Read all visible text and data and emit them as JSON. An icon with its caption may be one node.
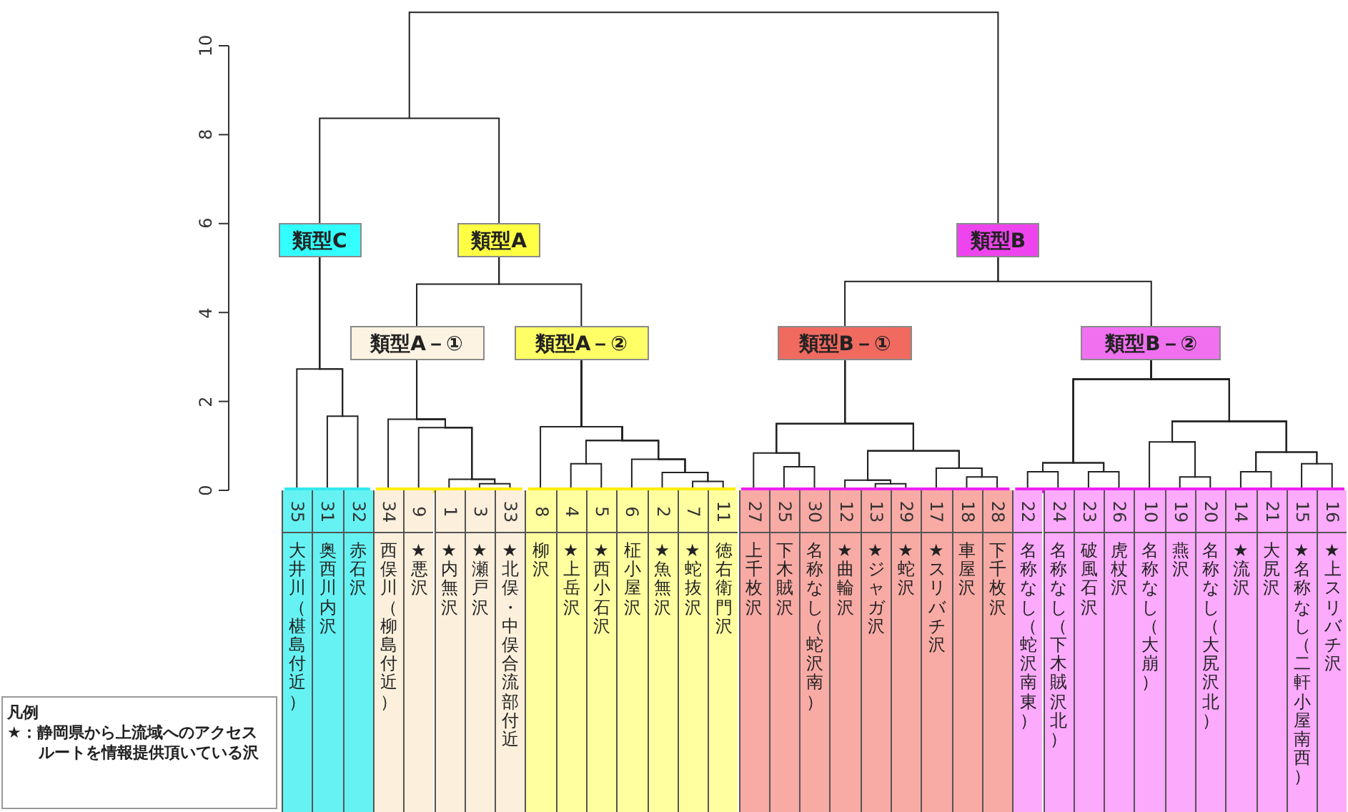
{
  "diagram": {
    "nodes": [
      {
        "text": [
          "類型C"
        ]
      },
      {
        "text": [
          "類型A"
        ]
      },
      {
        "text": [
          "類型B"
        ]
      },
      {
        "text": [
          "類型A－①"
        ]
      },
      {
        "text": [
          "類型A－②"
        ]
      },
      {
        "text": [
          "類型B－①"
        ]
      },
      {
        "text": [
          "類型B－②"
        ]
      },
      {
        "text": [
          "35",
          "大井川（椹島付近）"
        ]
      },
      {
        "text": [
          "31",
          "奥西川内沢"
        ]
      },
      {
        "text": [
          "32",
          "赤石沢"
        ]
      },
      {
        "text": [
          "34",
          "西俣川（柳島付近）"
        ]
      },
      {
        "text": [
          "9",
          "★悪沢"
        ]
      },
      {
        "text": [
          "1",
          "★内無沢"
        ]
      },
      {
        "text": [
          "3",
          "★瀬戸沢"
        ]
      },
      {
        "text": [
          "33",
          "★北俣・中俣合流部付近"
        ]
      },
      {
        "text": [
          "8",
          "柳沢"
        ]
      },
      {
        "text": [
          "4",
          "★上岳沢"
        ]
      },
      {
        "text": [
          "5",
          "★西小石沢"
        ]
      },
      {
        "text": [
          "6",
          "柾小屋沢"
        ]
      },
      {
        "text": [
          "2",
          "★魚無沢"
        ]
      },
      {
        "text": [
          "7",
          "★蛇抜沢"
        ]
      },
      {
        "text": [
          "11",
          "徳右衛門沢"
        ]
      },
      {
        "text": [
          "27",
          "上千枚沢"
        ]
      },
      {
        "text": [
          "25",
          "下木賊沢"
        ]
      },
      {
        "text": [
          "30",
          "名称なし（蛇沢南）"
        ]
      },
      {
        "text": [
          "12",
          "★曲輪沢"
        ]
      },
      {
        "text": [
          "13",
          "★ジャガ沢"
        ]
      },
      {
        "text": [
          "29",
          "★蛇沢"
        ]
      },
      {
        "text": [
          "17",
          "★スリバチ沢"
        ]
      },
      {
        "text": [
          "18",
          "車屋沢"
        ]
      },
      {
        "text": [
          "28",
          "下千枚沢"
        ]
      },
      {
        "text": [
          "22",
          "名称なし（蛇沢南東）"
        ]
      },
      {
        "text": [
          "24",
          "名称なし（下木賊沢北）"
        ]
      },
      {
        "text": [
          "23",
          "破風石沢"
        ]
      },
      {
        "text": [
          "26",
          "虎杖沢"
        ]
      },
      {
        "text": [
          "10",
          "名称なし（大崩）"
        ]
      },
      {
        "text": [
          "19",
          "燕沢"
        ]
      },
      {
        "text": [
          "20",
          "名称なし（大尻沢北）"
        ]
      },
      {
        "text": [
          "14",
          "★流沢"
        ]
      },
      {
        "text": [
          "21",
          "大尻沢"
        ]
      },
      {
        "text": [
          "15",
          "★名称なし（二軒小屋南西）"
        ]
      },
      {
        "text": [
          "16",
          "★上スリバチ沢"
        ]
      }
    ],
    "edges": [
      {
        "from": 0,
        "to": 1,
        "arrow": "none"
      },
      {
        "from": null,
        "to": 2,
        "arrow": "none"
      },
      {
        "from": 1,
        "to": 3,
        "arrow": "none"
      },
      {
        "from": 1,
        "to": 4,
        "arrow": "none"
      },
      {
        "from": 2,
        "to": 5,
        "arrow": "none"
      },
      {
        "from": 2,
        "to": 6,
        "arrow": "none"
      },
      {
        "from": 0,
        "to": 7,
        "arrow": "none"
      },
      {
        "from": 0,
        "to": 8,
        "arrow": "none"
      },
      {
        "from": 0,
        "to": 9,
        "arrow": "none"
      },
      {
        "from": 3,
        "to": 10,
        "arrow": "none"
      },
      {
        "from": 3,
        "to": 11,
        "arrow": "none"
      },
      {
        "from": 3,
        "to": 12,
        "arrow": "none"
      },
      {
        "from": 3,
        "to": 13,
        "arrow": "none"
      },
      {
        "from": 3,
        "to": 14,
        "arrow": "none"
      },
      {
        "from": 4,
        "to": 15,
        "arrow": "none"
      },
      {
        "from": 4,
        "to": 16,
        "arrow": "none"
      },
      {
        "from": 4,
        "to": 17,
        "arrow": "none"
      },
      {
        "from": 4,
        "to": 18,
        "arrow": "none"
      },
      {
        "from": 4,
        "to": 19,
        "arrow": "none"
      },
      {
        "from": 4,
        "to": 20,
        "arrow": "none"
      },
      {
        "from": 4,
        "to": 21,
        "arrow": "none"
      },
      {
        "from": 5,
        "to": 22,
        "arrow": "none"
      },
      {
        "from": 5,
        "to": 23,
        "arrow": "none"
      },
      {
        "from": 5,
        "to": 24,
        "arrow": "none"
      },
      {
        "from": 5,
        "to": 25,
        "arrow": "none"
      },
      {
        "from": 5,
        "to": 26,
        "arrow": "none"
      },
      {
        "from": 5,
        "to": 27,
        "arrow": "none"
      },
      {
        "from": 5,
        "to": 28,
        "arrow": "none"
      },
      {
        "from": 5,
        "to": 29,
        "arrow": "none"
      },
      {
        "from": 5,
        "to": 30,
        "arrow": "none"
      },
      {
        "from": 6,
        "to": 31,
        "arrow": "none"
      },
      {
        "from": 6,
        "to": 32,
        "arrow": "none"
      },
      {
        "from": 6,
        "to": 33,
        "arrow": "none"
      },
      {
        "from": 6,
        "to": 34,
        "arrow": "none"
      },
      {
        "from": 6,
        "to": 35,
        "arrow": "none"
      },
      {
        "from": 6,
        "to": 36,
        "arrow": "none"
      },
      {
        "from": 6,
        "to": 37,
        "arrow": "none"
      },
      {
        "from": 6,
        "to": 38,
        "arrow": "none"
      },
      {
        "from": 6,
        "to": 39,
        "arrow": "none"
      },
      {
        "from": 6,
        "to": 40,
        "arrow": "none"
      },
      {
        "from": 6,
        "to": 41,
        "arrow": "none"
      }
    ],
    "labels": [
      "10",
      "8",
      "6",
      "4",
      "2",
      "0",
      "凡例",
      "★：静岡県から上流域へのアクセスルートを情報提供頂いている沢"
    ]
  }
}
